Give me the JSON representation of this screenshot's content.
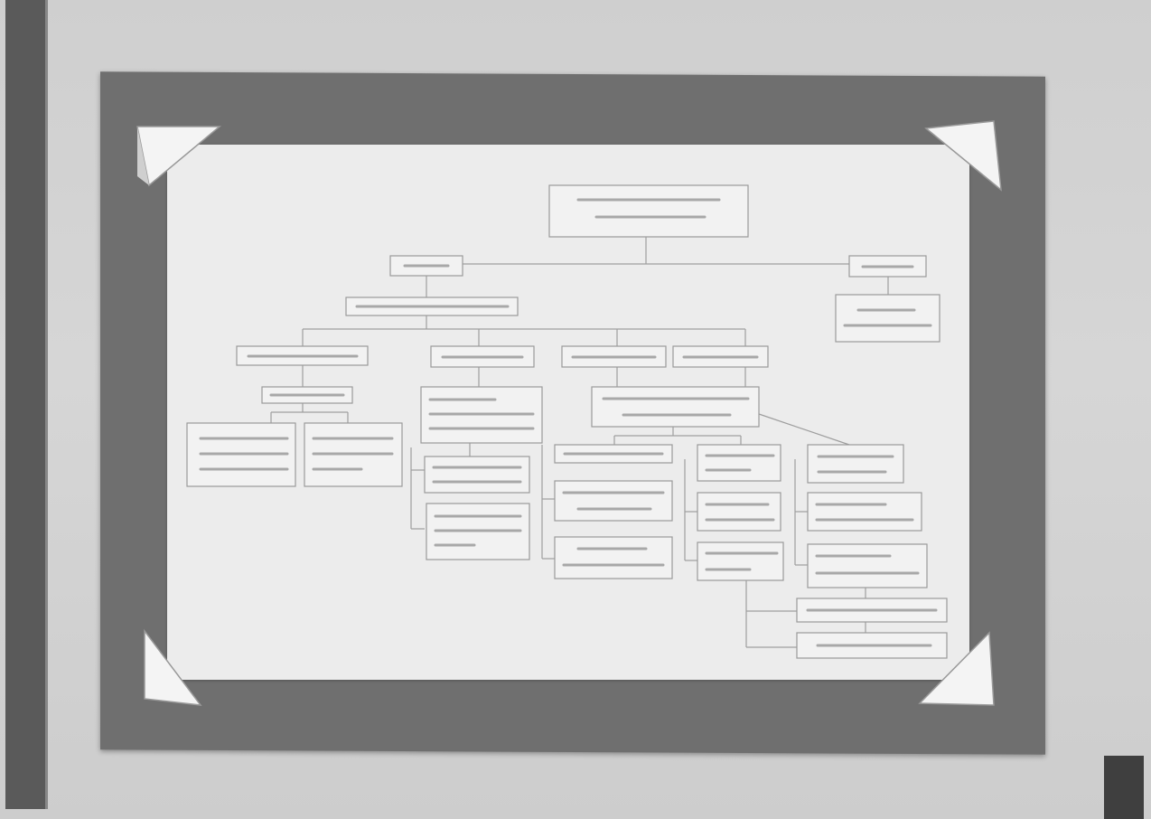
{
  "scene": {
    "description_items": [
      "wall-strip",
      "bulletin-board",
      "printed-chart-paper",
      "paper-corner-holders"
    ],
    "colors": {
      "wall": "#d2d2d2",
      "board": "#6f6f6f",
      "paper": "#ececec",
      "box_stroke": "#9a9a9a"
    }
  },
  "chart": {
    "nodes": [
      {
        "id": "root",
        "lines": 2
      },
      {
        "id": "left",
        "lines": 1
      },
      {
        "id": "right",
        "lines": 1
      },
      {
        "id": "right-child",
        "lines": 2
      },
      {
        "id": "left-bar",
        "lines": 1
      },
      {
        "id": "c1",
        "lines": 1
      },
      {
        "id": "c2",
        "lines": 1
      },
      {
        "id": "c3",
        "lines": 1
      },
      {
        "id": "c4",
        "lines": 1
      },
      {
        "id": "c1a",
        "lines": 1
      },
      {
        "id": "c1a1",
        "lines": 3
      },
      {
        "id": "c1a2",
        "lines": 3
      },
      {
        "id": "c2a",
        "lines": 3
      },
      {
        "id": "c2a1",
        "lines": 2
      },
      {
        "id": "c2a2",
        "lines": 3
      },
      {
        "id": "c34",
        "lines": 2
      },
      {
        "id": "d1",
        "lines": 1
      },
      {
        "id": "d1a",
        "lines": 2
      },
      {
        "id": "d1b",
        "lines": 2
      },
      {
        "id": "d2",
        "lines": 2
      },
      {
        "id": "d2a",
        "lines": 2
      },
      {
        "id": "d2b",
        "lines": 2
      },
      {
        "id": "d3",
        "lines": 2
      },
      {
        "id": "d3a",
        "lines": 2
      },
      {
        "id": "d3b",
        "lines": 2
      },
      {
        "id": "e1",
        "lines": 1
      },
      {
        "id": "e2",
        "lines": 1
      }
    ]
  }
}
